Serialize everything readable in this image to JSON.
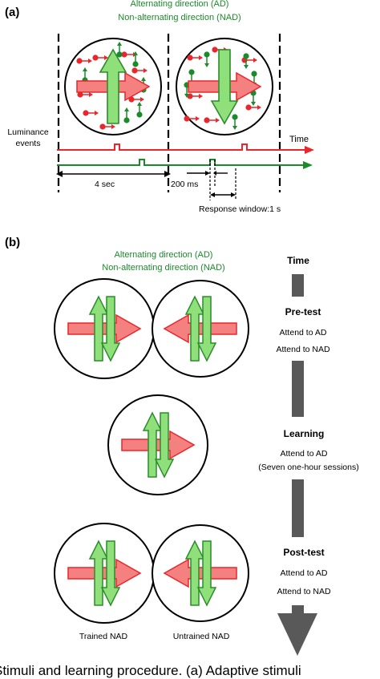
{
  "panel_a": {
    "label": "(a)",
    "legend_ad": "Alternating direction (AD)",
    "legend_nad": "Non-alternating direction (NAD)",
    "luminance_line1": "Luminance",
    "luminance_line2": "events",
    "time": "Time",
    "interval_4s": "4 sec",
    "interval_200ms": "200 ms",
    "response_window": "Response window:1 s"
  },
  "panel_b": {
    "label": "(b)",
    "legend_ad": "Alternating direction (AD)",
    "legend_nad": "Non-alternating direction (NAD)",
    "time": "Time",
    "pretest_title": "Pre-test",
    "pretest_line1": "Attend to AD",
    "pretest_line2": "Attend to NAD",
    "learning_title": "Learning",
    "learning_line1": "Attend to AD",
    "learning_line2": "(Seven one-hour sessions)",
    "posttest_title": "Post-test",
    "posttest_line1": "Attend to AD",
    "posttest_line2": "Attend to NAD",
    "trained_nad": "Trained NAD",
    "untrained_nad": "Untrained NAD"
  },
  "caption_fragment": "Stimuli and learning procedure. (a) Adaptive stimuli",
  "colors": {
    "red": "#e8262b",
    "green": "#1a8a2a",
    "arrow_red_fill": "#f4807f",
    "arrow_green_fill": "#8fe07a",
    "arrow_green_stroke": "#2c8c2c",
    "timeline_gray": "#595959"
  }
}
